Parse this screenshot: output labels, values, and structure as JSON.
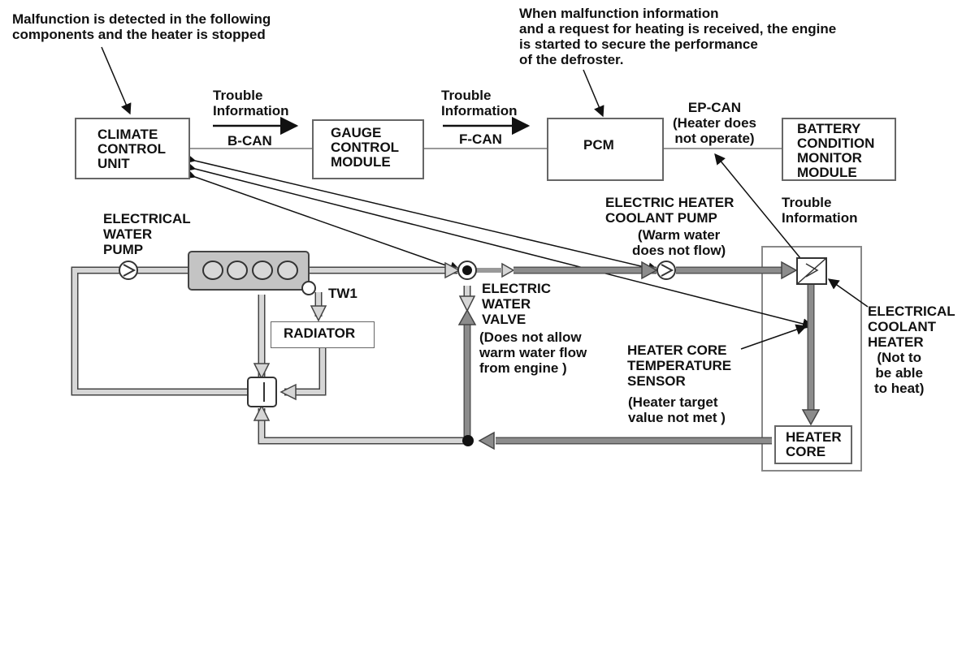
{
  "notes": {
    "malfunction": "Malfunction is detected in the following\ncomponents and the heater is stopped",
    "engine_start": "When malfunction information\nand a request for heating is received, the engine\nis started to secure the performance\nof the defroster."
  },
  "modules": {
    "climate": "CLIMATE\nCONTROL\nUNIT",
    "gauge": "GAUGE\nCONTROL\nMODULE",
    "pcm": "PCM",
    "battery": "BATTERY\nCONDITION\nMONITOR\nMODULE"
  },
  "bus": {
    "trouble1": "Trouble\nInformation",
    "bcan": "B-CAN",
    "trouble2": "Trouble\nInformation",
    "fcan": "F-CAN",
    "epcan": "EP-CAN\n(Heater does\nnot operate)"
  },
  "components": {
    "water_pump": "ELECTRICAL\nWATER\nPUMP",
    "tw1": "TW1",
    "radiator": "RADIATOR",
    "valve": "ELECTRIC\nWATER\nVALVE",
    "valve_note": "(Does not allow\nwarm water flow\nfrom engine )",
    "heater_pump": "ELECTRIC HEATER\nCOOLANT PUMP",
    "heater_pump_note": "(Warm water\ndoes not flow)",
    "trouble3": "Trouble\nInformation",
    "coolant_heater": "ELECTRICAL\nCOOLANT\nHEATER",
    "coolant_heater_note": "(Not to\nbe able\nto heat)",
    "sensor": "HEATER CORE\nTEMPERATURE\nSENSOR",
    "sensor_note": "(Heater target\nvalue not met )",
    "heater_core": "HEATER\nCORE"
  }
}
